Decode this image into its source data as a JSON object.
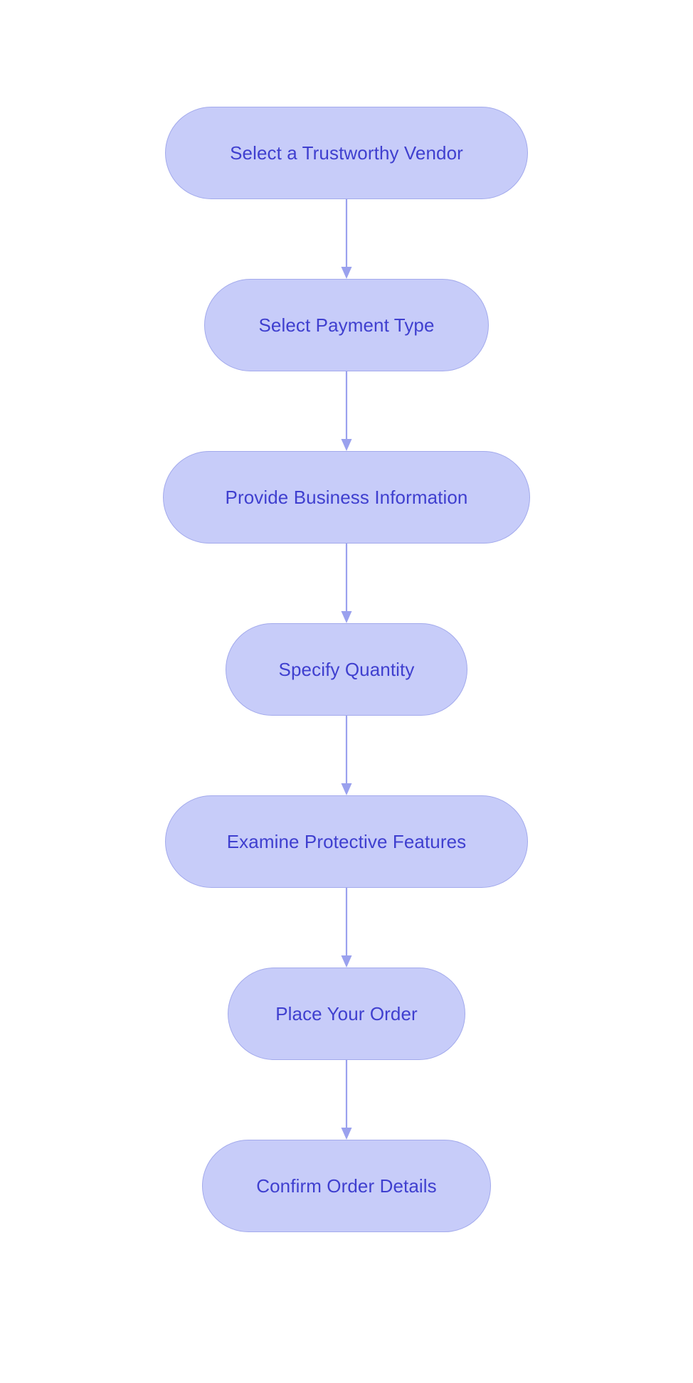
{
  "diagram": {
    "type": "flowchart",
    "orientation": "top-to-bottom",
    "background_color": "#ffffff",
    "node_fill_color": "#c7ccf9",
    "node_border_color": "#a3aaec",
    "node_text_color": "#3f3fcf",
    "connector_color": "#9aa1ee",
    "node_shape": "stadium",
    "nodes": [
      {
        "id": "n1",
        "label": "Select a Trustworthy Vendor"
      },
      {
        "id": "n2",
        "label": "Select Payment Type"
      },
      {
        "id": "n3",
        "label": "Provide Business Information"
      },
      {
        "id": "n4",
        "label": "Specify Quantity"
      },
      {
        "id": "n5",
        "label": "Examine Protective Features"
      },
      {
        "id": "n6",
        "label": "Place Your Order"
      },
      {
        "id": "n7",
        "label": "Confirm Order Details"
      }
    ],
    "edges": [
      {
        "from": "n1",
        "to": "n2",
        "label": "",
        "arrow": "arrow-down-icon"
      },
      {
        "from": "n2",
        "to": "n3",
        "label": "",
        "arrow": "arrow-down-icon"
      },
      {
        "from": "n3",
        "to": "n4",
        "label": "",
        "arrow": "arrow-down-icon"
      },
      {
        "from": "n4",
        "to": "n5",
        "label": "",
        "arrow": "arrow-down-icon"
      },
      {
        "from": "n5",
        "to": "n6",
        "label": "",
        "arrow": "arrow-down-icon"
      },
      {
        "from": "n6",
        "to": "n7",
        "label": "",
        "arrow": "arrow-down-icon"
      }
    ]
  }
}
